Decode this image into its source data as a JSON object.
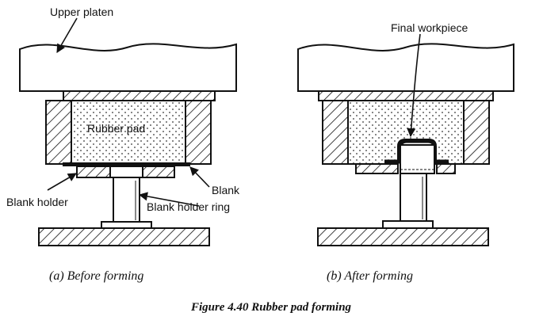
{
  "labels": {
    "upper_platen": "Upper platen",
    "final_workpiece": "Final workpiece",
    "rubber_pad": "Rubber pad",
    "blank": "Blank",
    "blank_holder": "Blank holder",
    "blank_holder_ring": "Blank holder ring"
  },
  "captions": {
    "before": "(a) Before forming",
    "after": "(b) After forming",
    "figure": "Figure 4.40 Rubber pad forming"
  }
}
